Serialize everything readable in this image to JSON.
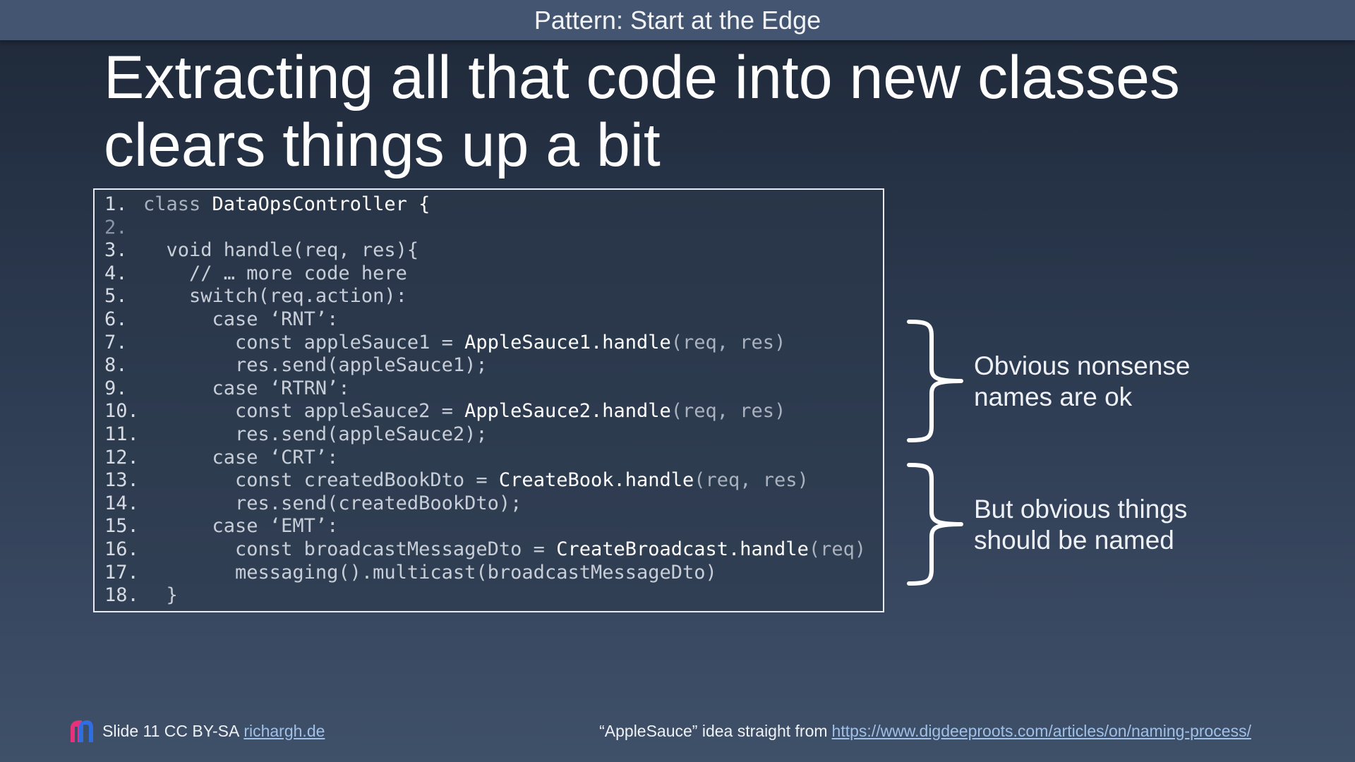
{
  "header": {
    "title": "Pattern: Start at the Edge"
  },
  "slide": {
    "title_line1": "Extracting all that code into new classes",
    "title_line2": "clears things up a bit"
  },
  "code": {
    "lines": [
      {
        "num": "1.",
        "pre": "class ",
        "hl": "DataOpsController {",
        "post": ""
      },
      {
        "num": "2.",
        "pre": "",
        "hl": "",
        "post": ""
      },
      {
        "num": "3.",
        "pre": "  void handle(req, res){",
        "hl": "",
        "post": ""
      },
      {
        "num": "4.",
        "pre": "    // … more code here",
        "hl": "",
        "post": ""
      },
      {
        "num": "5.",
        "pre": "    switch(req.action):",
        "hl": "",
        "post": ""
      },
      {
        "num": "6.",
        "pre": "      case ‘RNT’:",
        "hl": "",
        "post": ""
      },
      {
        "num": "7.",
        "pre": "        const appleSauce1 = ",
        "hl": "AppleSauce1.handle",
        "post": "(req, res)"
      },
      {
        "num": "8.",
        "pre": "        res.send(appleSauce1);",
        "hl": "",
        "post": ""
      },
      {
        "num": "9.",
        "pre": "      case ‘RTRN’:",
        "hl": "",
        "post": ""
      },
      {
        "num": "10.",
        "pre": "        const appleSauce2 = ",
        "hl": "AppleSauce2.handle",
        "post": "(req, res)"
      },
      {
        "num": "11.",
        "pre": "        res.send(appleSauce2);",
        "hl": "",
        "post": ""
      },
      {
        "num": "12.",
        "pre": "      case ‘CRT’:",
        "hl": "",
        "post": ""
      },
      {
        "num": "13.",
        "pre": "        const createdBookDto = ",
        "hl": "CreateBook.handle",
        "post": "(req, res)"
      },
      {
        "num": "14.",
        "pre": "        res.send(createdBookDto);",
        "hl": "",
        "post": ""
      },
      {
        "num": "15.",
        "pre": "      case ‘EMT’:",
        "hl": "",
        "post": ""
      },
      {
        "num": "16.",
        "pre": "        const broadcastMessageDto = ",
        "hl": "CreateBroadcast.handle",
        "post": "(req)"
      },
      {
        "num": "17.",
        "pre": "        messaging().multicast(broadcastMessageDto)",
        "hl": "",
        "post": ""
      },
      {
        "num": "18.",
        "pre": "  }",
        "hl": "",
        "post": ""
      }
    ]
  },
  "annotations": {
    "top_line1": "Obvious nonsense",
    "top_line2": "names are ok",
    "bottom_line1": "But obvious things",
    "bottom_line2": "should be named"
  },
  "footer": {
    "slide_text": "Slide 11 CC BY-SA",
    "author_link": "richargh.de",
    "credit_text": "“AppleSauce” idea straight from",
    "credit_link": "https://www.digdeeproots.com/articles/on/naming-process/"
  },
  "colors": {
    "background_top": "#1e2838",
    "background_bottom": "#3f5069",
    "header_bar": "#435570",
    "link": "#9fc0e8",
    "logo_pink": "#e8317a",
    "logo_blue": "#2f6ee0"
  }
}
